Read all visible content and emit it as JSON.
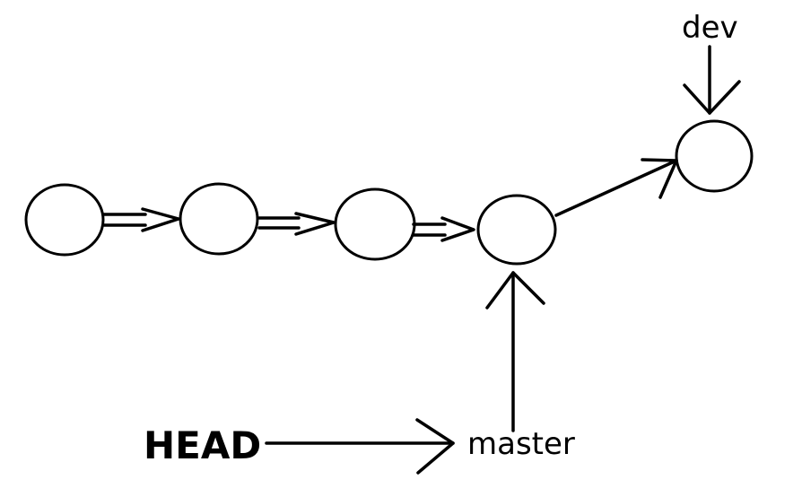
{
  "labels": {
    "dev": "dev",
    "master": "master",
    "head": "HEAD"
  },
  "colors": {
    "stroke": "#000000",
    "background": "#ffffff"
  }
}
